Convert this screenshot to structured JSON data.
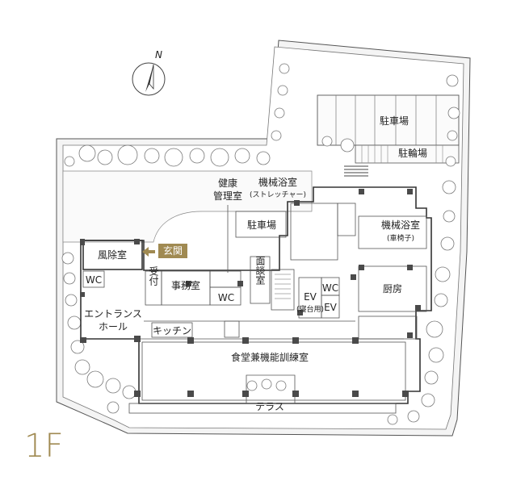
{
  "floor_label": "1F",
  "north_label": "N",
  "colors": {
    "accent": "#a08a52",
    "wall": "#333333",
    "tree_fill": "#ffffff",
    "tree_stroke": "#777777",
    "site_fill": "#f4f4f4"
  },
  "rooms": {
    "parking_top": "駐車場",
    "bicycle_parking": "駐輪場",
    "machine_bath_stretcher": "機械浴室",
    "machine_bath_stretcher_sub": "(ストレッチャー)",
    "health_room_1": "健康",
    "health_room_2": "管理室",
    "parking_inner": "駐車場",
    "machine_bath_wheelchair": "機械浴室",
    "machine_bath_wheelchair_sub": "(車椅子)",
    "windbreak_room": "風除室",
    "entrance_tag": "玄関",
    "interview_room": "面談室",
    "wc_left": "WC",
    "reception": "受付",
    "office": "事務室",
    "wc_office": "WC",
    "ev_1": "EV",
    "ev_1_sub": "(寝台用)",
    "wc_right": "WC",
    "ev_2": "EV",
    "kitchen_room": "厨房",
    "entrance_hall_1": "エントランス",
    "entrance_hall_2": "ホール",
    "kitchenette": "キッチン",
    "dining_training_room": "食堂兼機能訓練室",
    "terrace": "テラス"
  }
}
